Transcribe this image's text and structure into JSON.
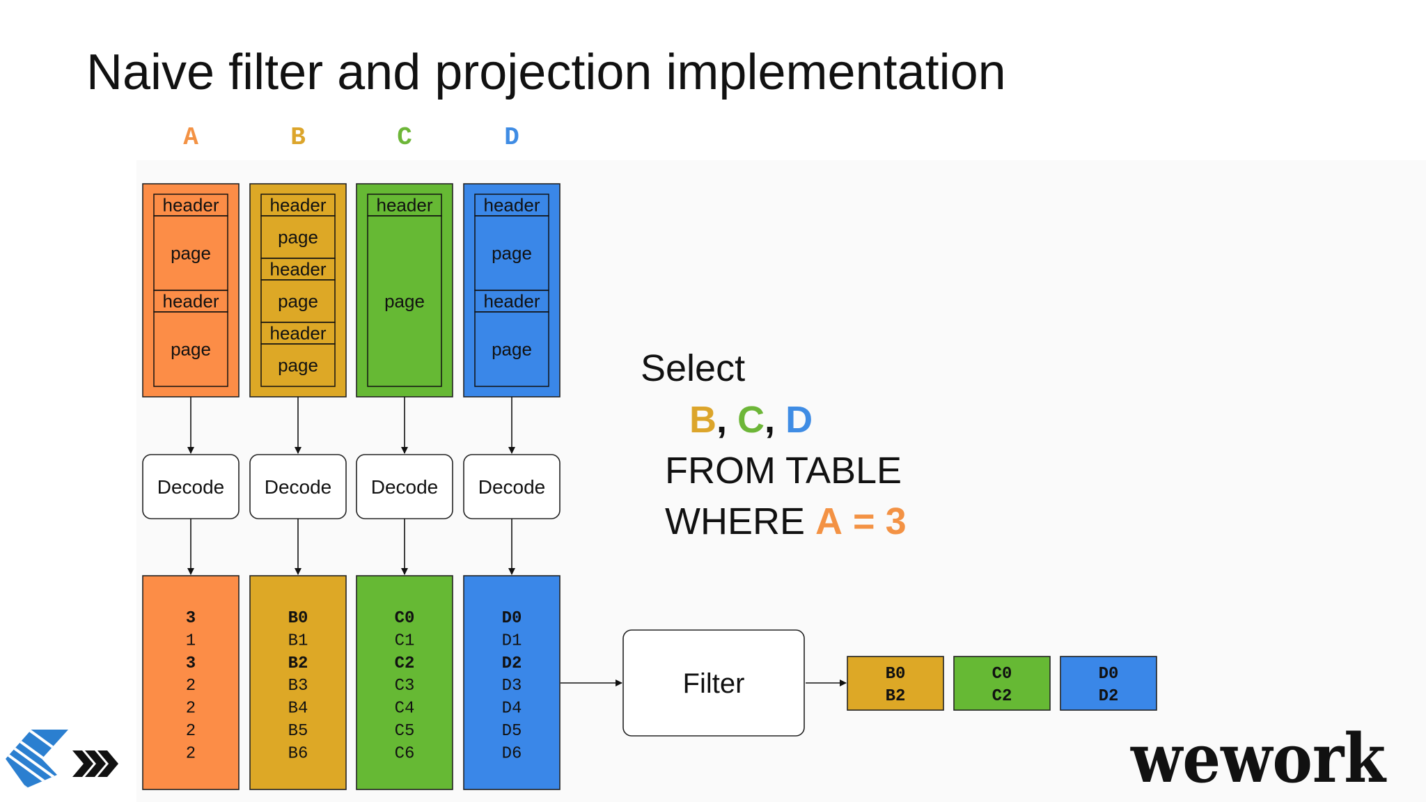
{
  "slide_title": "Naive filter and projection implementation",
  "colors": {
    "A": "#FC8D47",
    "B": "#DDA826",
    "C": "#66B934",
    "D": "#3A87E8",
    "A_text": "#F39244",
    "B_text": "#DCA52B",
    "C_text": "#6DB638",
    "D_text": "#3F8CE4"
  },
  "columns": [
    {
      "letter": "A",
      "file_blocks": [
        {
          "kind": "header",
          "label": "header"
        },
        {
          "kind": "page",
          "label": "page"
        },
        {
          "kind": "header",
          "label": "header"
        },
        {
          "kind": "page",
          "label": "page"
        }
      ],
      "decode_label": "Decode",
      "values": [
        {
          "text": "3",
          "bold": true
        },
        {
          "text": "1",
          "bold": false
        },
        {
          "text": "3",
          "bold": true
        },
        {
          "text": "2",
          "bold": false
        },
        {
          "text": "2",
          "bold": false
        },
        {
          "text": "2",
          "bold": false
        },
        {
          "text": "2",
          "bold": false
        }
      ]
    },
    {
      "letter": "B",
      "file_blocks": [
        {
          "kind": "header",
          "label": "header"
        },
        {
          "kind": "page",
          "label": "page"
        },
        {
          "kind": "header",
          "label": "header"
        },
        {
          "kind": "page",
          "label": "page"
        },
        {
          "kind": "header",
          "label": "header"
        },
        {
          "kind": "page",
          "label": "page"
        }
      ],
      "decode_label": "Decode",
      "values": [
        {
          "text": "B0",
          "bold": true
        },
        {
          "text": "B1",
          "bold": false
        },
        {
          "text": "B2",
          "bold": true
        },
        {
          "text": "B3",
          "bold": false
        },
        {
          "text": "B4",
          "bold": false
        },
        {
          "text": "B5",
          "bold": false
        },
        {
          "text": "B6",
          "bold": false
        }
      ]
    },
    {
      "letter": "C",
      "file_blocks": [
        {
          "kind": "header",
          "label": "header"
        },
        {
          "kind": "page",
          "label": "page"
        }
      ],
      "decode_label": "Decode",
      "values": [
        {
          "text": "C0",
          "bold": true
        },
        {
          "text": "C1",
          "bold": false
        },
        {
          "text": "C2",
          "bold": true
        },
        {
          "text": "C3",
          "bold": false
        },
        {
          "text": "C4",
          "bold": false
        },
        {
          "text": "C5",
          "bold": false
        },
        {
          "text": "C6",
          "bold": false
        }
      ]
    },
    {
      "letter": "D",
      "file_blocks": [
        {
          "kind": "header",
          "label": "header"
        },
        {
          "kind": "page",
          "label": "page"
        },
        {
          "kind": "header",
          "label": "header"
        },
        {
          "kind": "page",
          "label": "page"
        }
      ],
      "decode_label": "Decode",
      "values": [
        {
          "text": "D0",
          "bold": true
        },
        {
          "text": "D1",
          "bold": false
        },
        {
          "text": "D2",
          "bold": true
        },
        {
          "text": "D3",
          "bold": false
        },
        {
          "text": "D4",
          "bold": false
        },
        {
          "text": "D5",
          "bold": false
        },
        {
          "text": "D6",
          "bold": false
        }
      ]
    }
  ],
  "filter_label": "Filter",
  "outputs": [
    {
      "column": "B",
      "values": [
        "B0",
        "B2"
      ]
    },
    {
      "column": "C",
      "values": [
        "C0",
        "C2"
      ]
    },
    {
      "column": "D",
      "values": [
        "D0",
        "D2"
      ]
    }
  ],
  "query": {
    "select": "Select",
    "projected": [
      "B",
      "C",
      "D"
    ],
    "separator": ",",
    "from": "FROM TABLE",
    "where_keyword": "WHERE",
    "where_column": "A",
    "where_operator": "=",
    "where_value": "3"
  },
  "logos": {
    "left": "arrow-stripes-logo-icon",
    "right": "wework"
  }
}
